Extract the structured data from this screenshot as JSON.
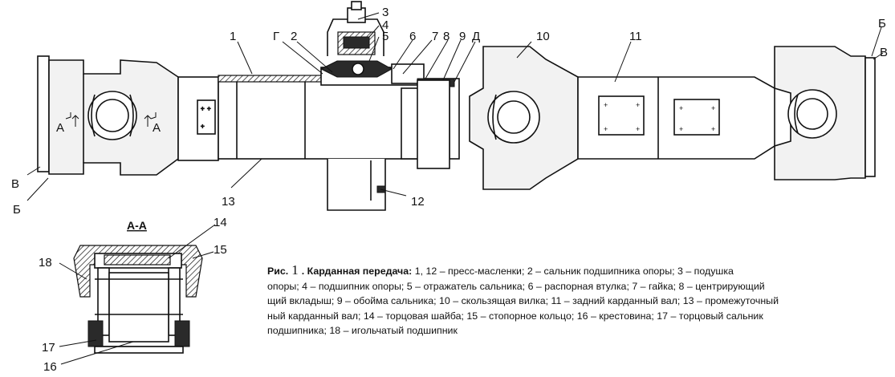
{
  "labels": {
    "n1": "1",
    "n2": "2",
    "n3": "3",
    "n4": "4",
    "n5": "5",
    "n6": "6",
    "n7": "7",
    "n8": "8",
    "n9": "9",
    "n10": "10",
    "n11": "11",
    "n12": "12",
    "n13": "13",
    "n14": "14",
    "n15": "15",
    "n16": "16",
    "n17": "17",
    "n18": "18",
    "g": "Г",
    "d": "Д",
    "a_left": "А",
    "a_right": "А",
    "b_left": "Б",
    "v_left": "В",
    "b_right": "Б",
    "v_right": "В",
    "section": "А-А"
  },
  "caption": {
    "fig_prefix": "Рис.",
    "fig_number": "1",
    "title": ". Карданная передача:",
    "line1_rest": " 1, 12 – пресс-масленки; 2 – сальник подшипника опоры; 3 – подушка",
    "line2": "опоры; 4 – подшипник опоры; 5 – отражатель сальника; 6 – распорная втулка; 7 – гайка; 8 – центрирующий",
    "line3": "щий вкладыш; 9 – обойма сальника; 10 – скользящая вилка; 11 – задний карданный вал; 13 – промежуточный",
    "line4": "ный карданный вал; 14 – торцовая шайба; 15 – стопорное кольцо; 16 – крестовина; 17 – торцовый сальник",
    "line5": "подшипника; 18 – игольчатый подшипник"
  }
}
